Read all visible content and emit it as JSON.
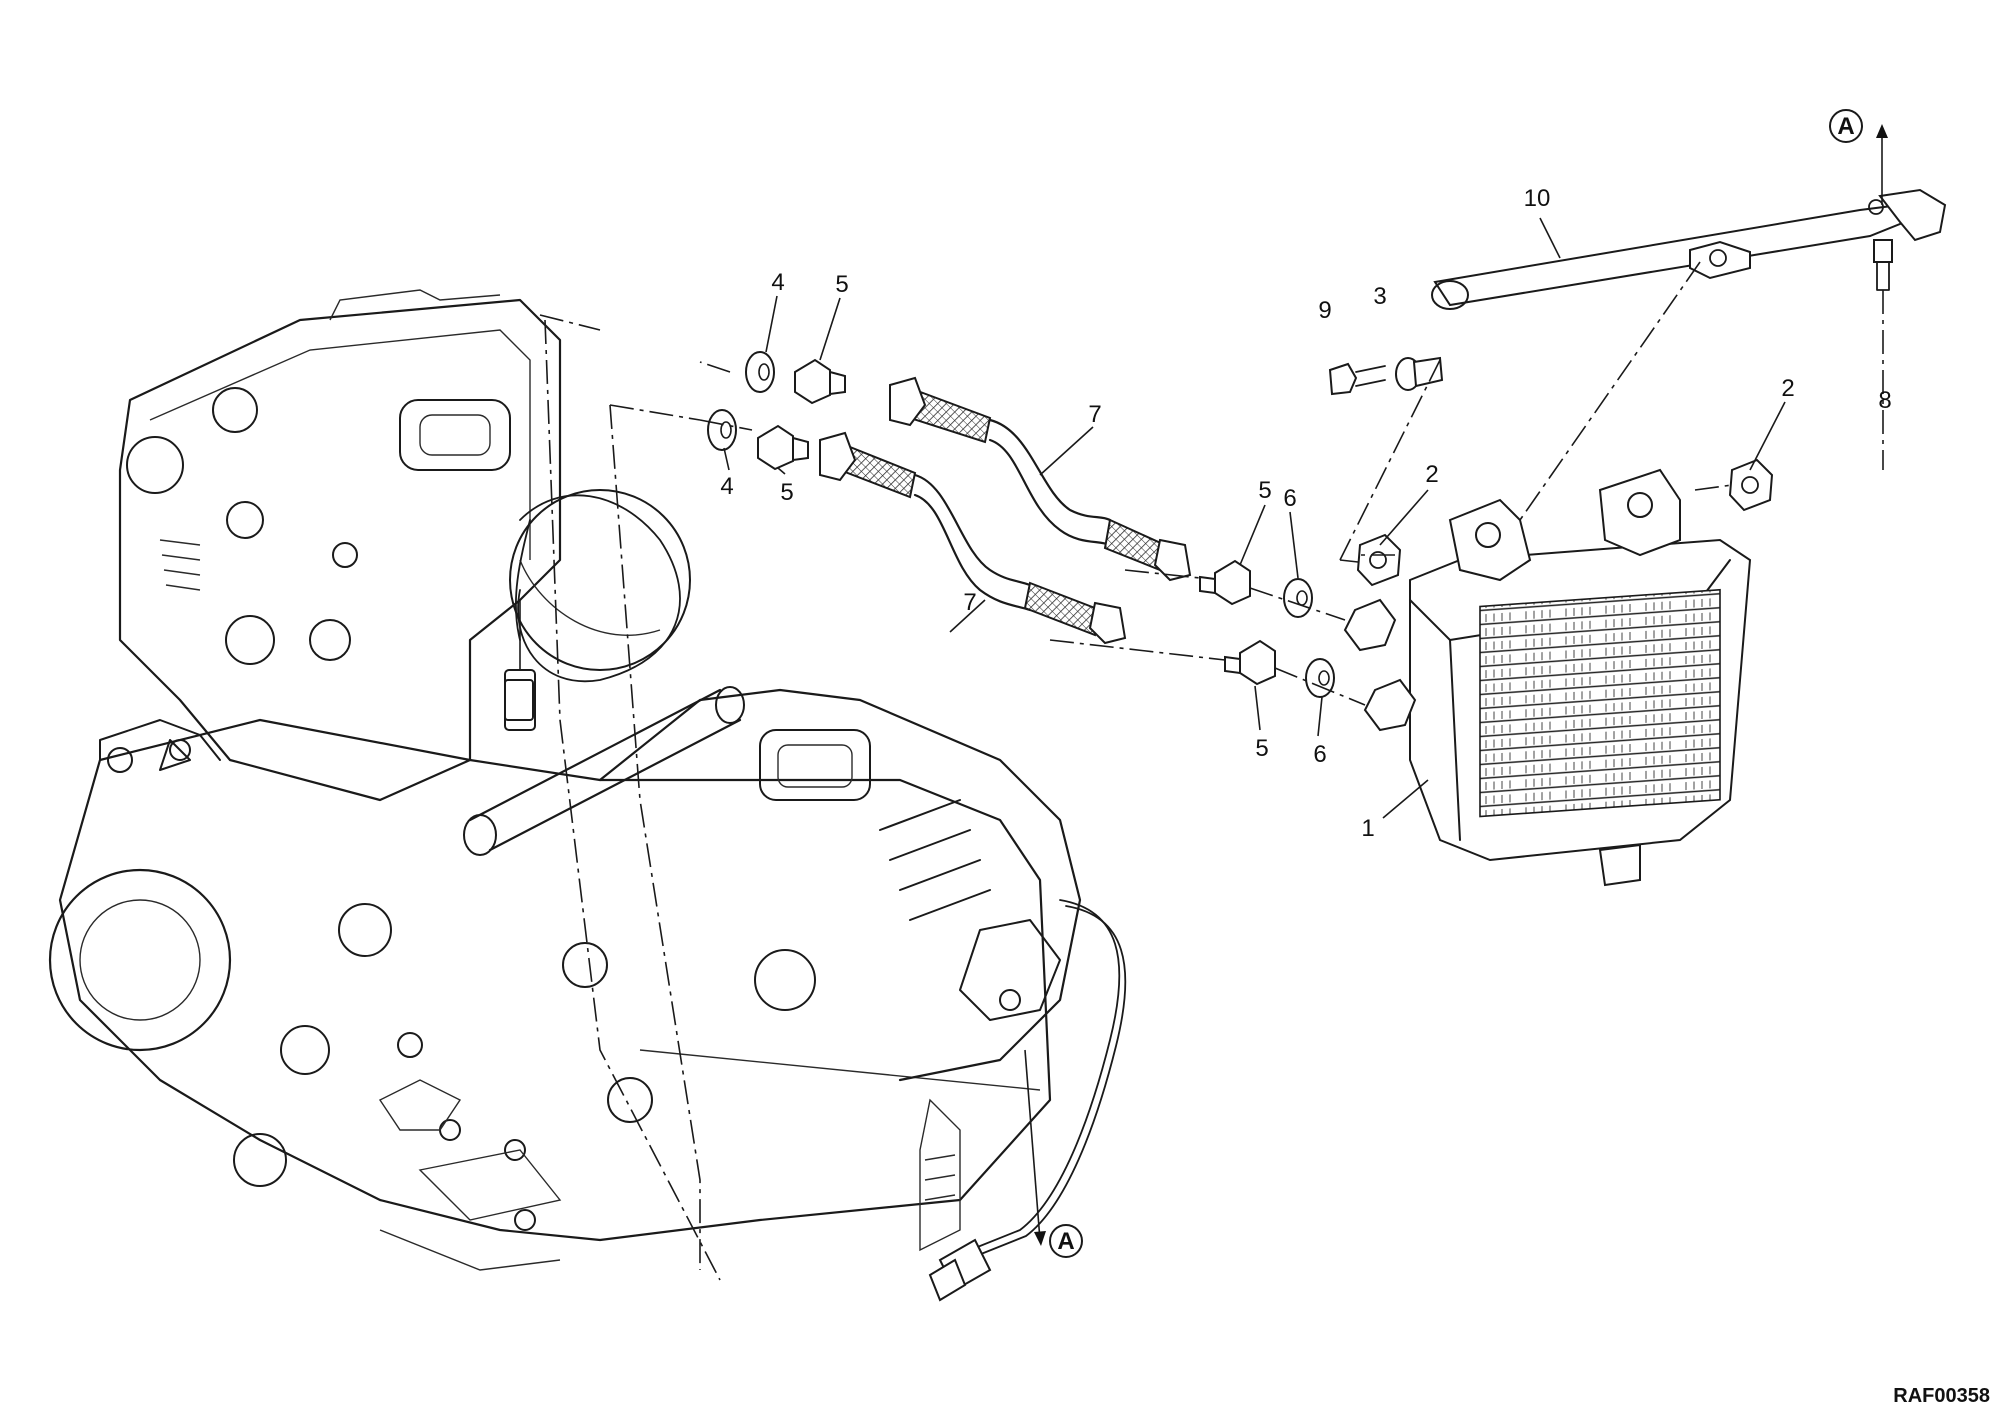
{
  "drawing_code": "RAF00358",
  "reference_marker": "A",
  "callouts": {
    "c1": "1",
    "c2a": "2",
    "c2b": "2",
    "c3": "3",
    "c4a": "4",
    "c4b": "4",
    "c5a": "5",
    "c5b": "5",
    "c5c": "5",
    "c5d": "5",
    "c6a": "6",
    "c6b": "6",
    "c7a": "7",
    "c7b": "7",
    "c8": "8",
    "c9": "9",
    "c10": "10"
  }
}
